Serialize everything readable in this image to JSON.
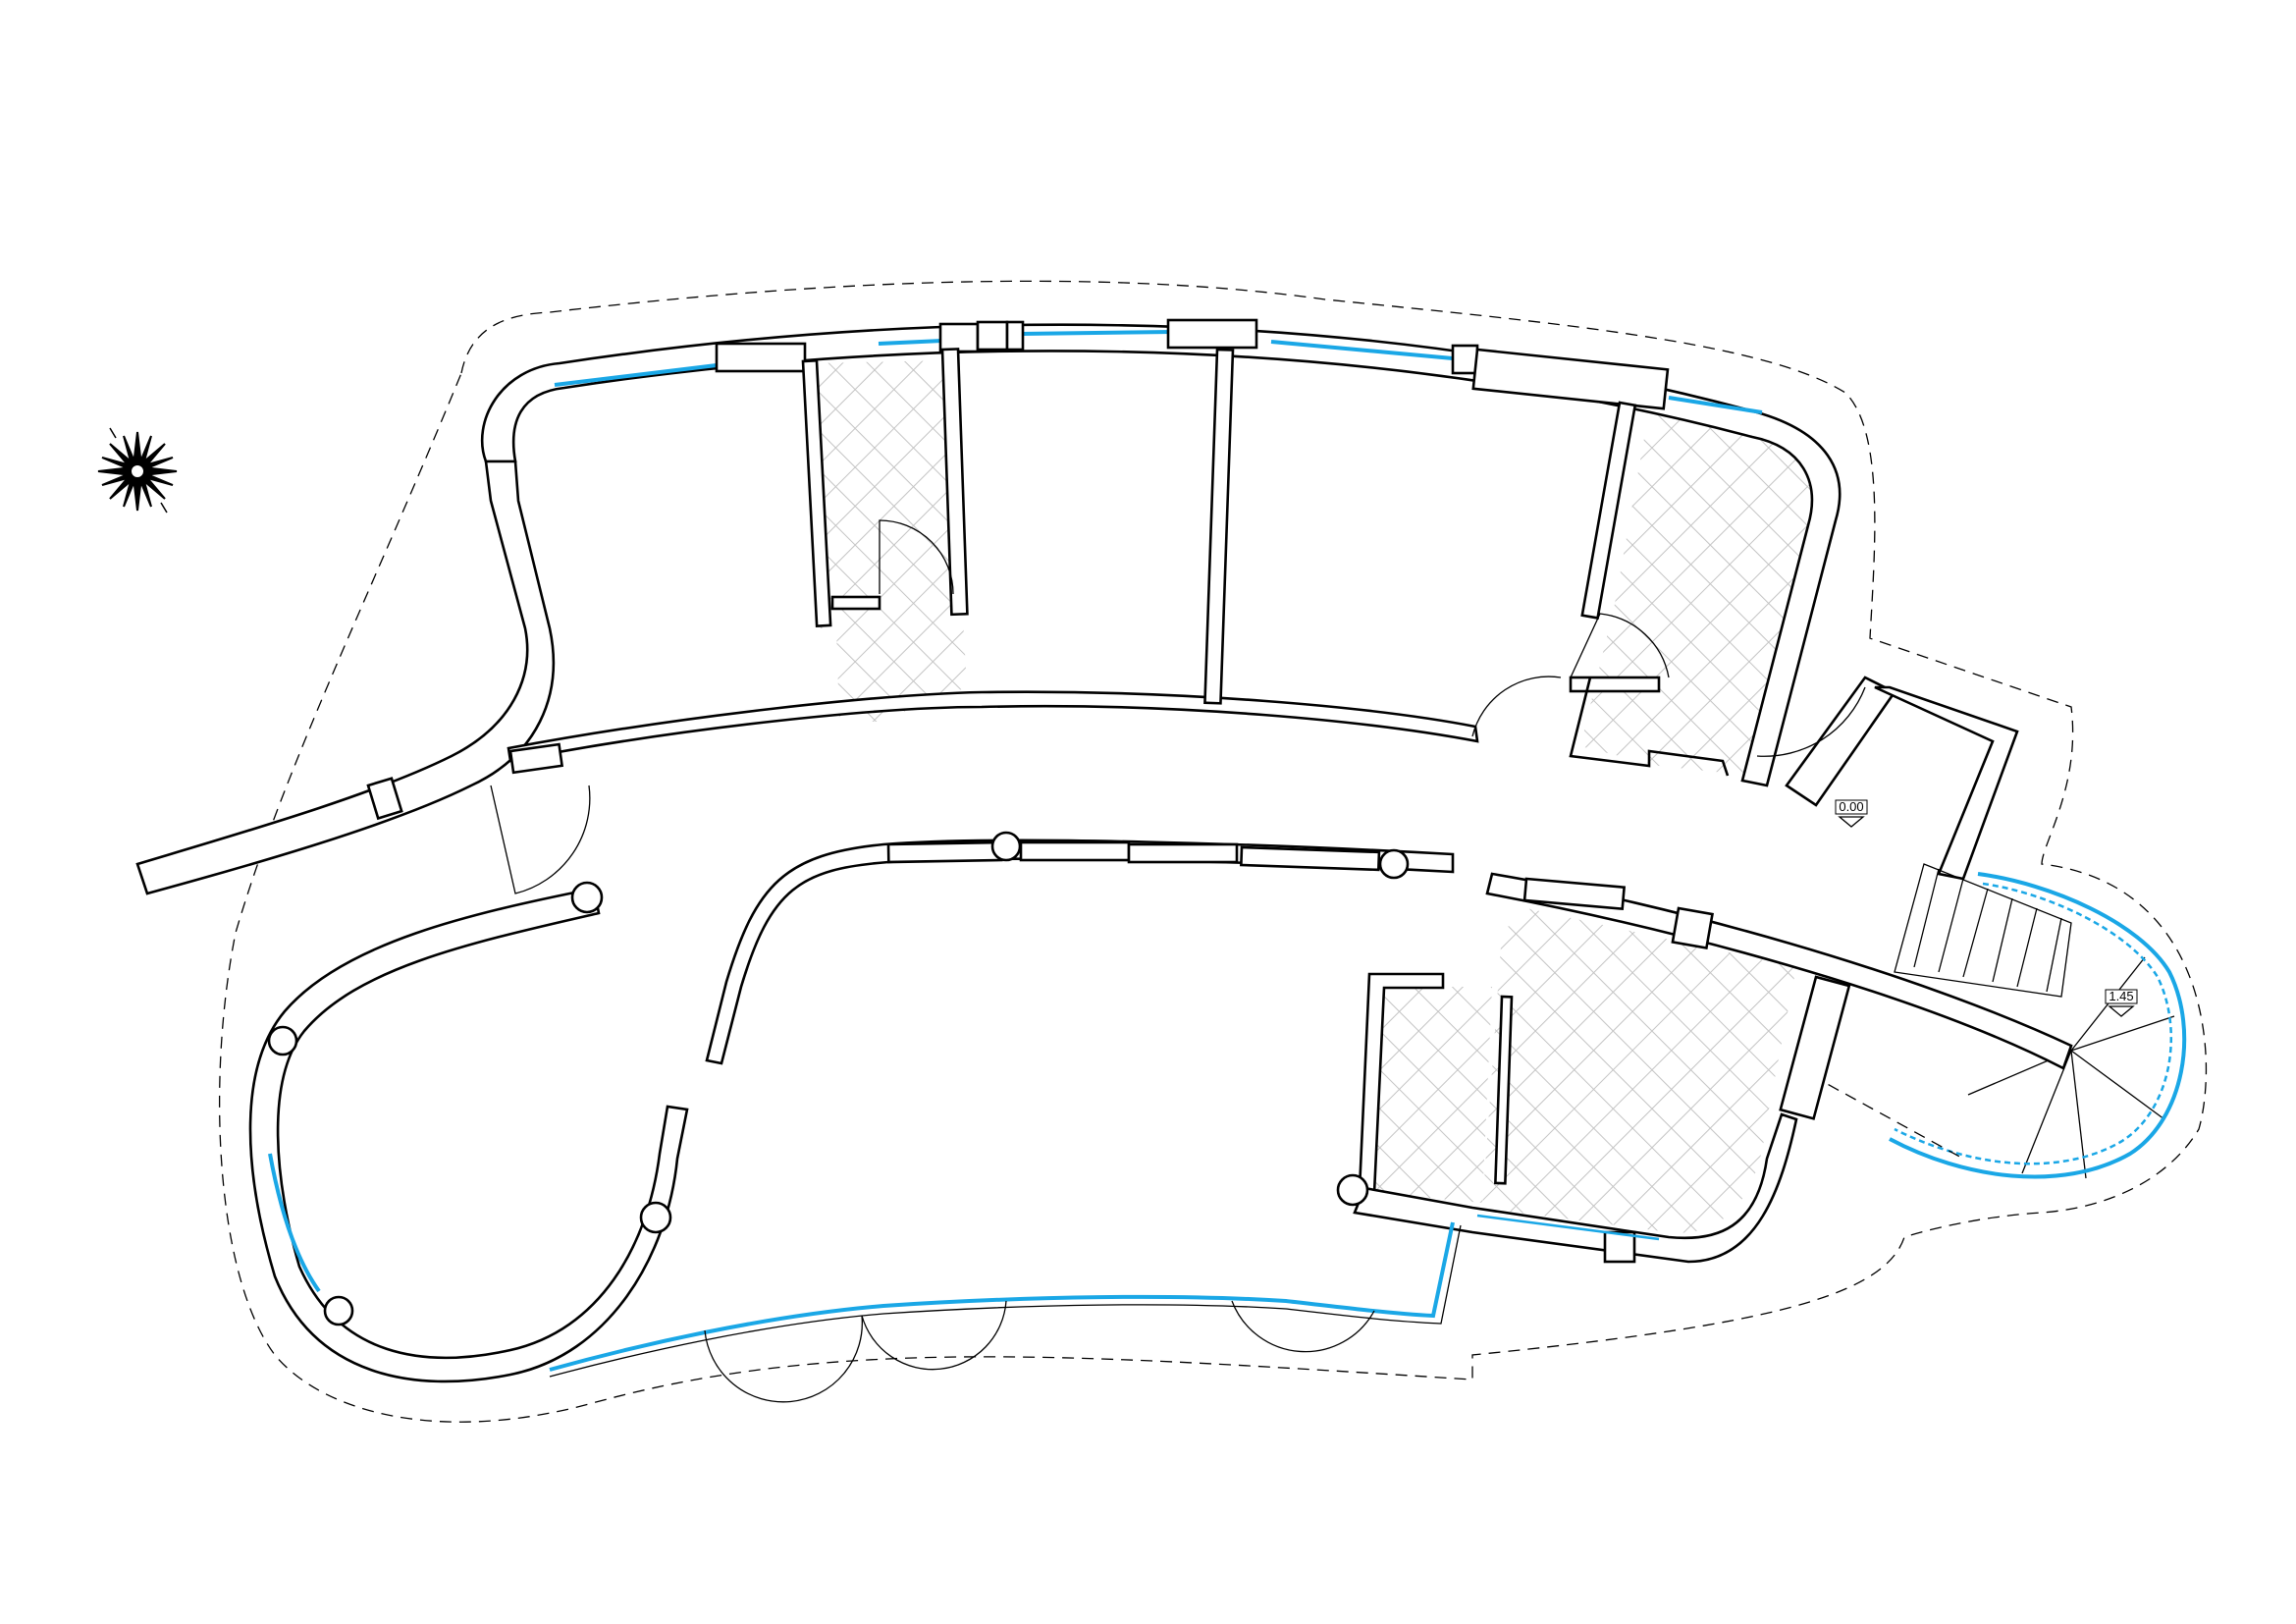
{
  "drawing": {
    "levels": [
      {
        "id": "entry-level",
        "text": "0.00"
      },
      {
        "id": "stair-level",
        "text": "1.45"
      }
    ]
  },
  "colors": {
    "line": "#000000",
    "glazing": "#1aa7e6",
    "hatch": "#bdbdbd",
    "background": "#ffffff"
  },
  "icons": {
    "compass": "north-arrow-icon"
  }
}
